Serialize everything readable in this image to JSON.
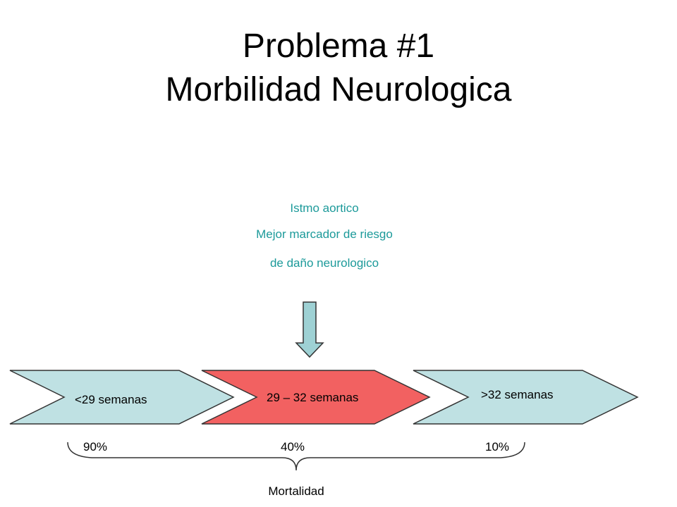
{
  "title": {
    "line1": "Problema #1",
    "line2": "Morbilidad Neurologica"
  },
  "annotation": {
    "lines": [
      "Istmo aortico",
      "Mejor marcador de riesgo",
      "de daño neurologico"
    ],
    "color": "#1c9a9a"
  },
  "stages": [
    {
      "label": "<29 semanas",
      "fill": "#bfe1e3",
      "mortality": "90%"
    },
    {
      "label": "29 – 32 semanas",
      "fill": "#f26161",
      "mortality": "40%"
    },
    {
      "label": ">32 semanas",
      "fill": "#bfe1e3",
      "mortality": "10%"
    }
  ],
  "arrow": {
    "fill": "#9ed1d4",
    "icon": "down-arrow-icon"
  },
  "mortality_label": "Mortalidad"
}
